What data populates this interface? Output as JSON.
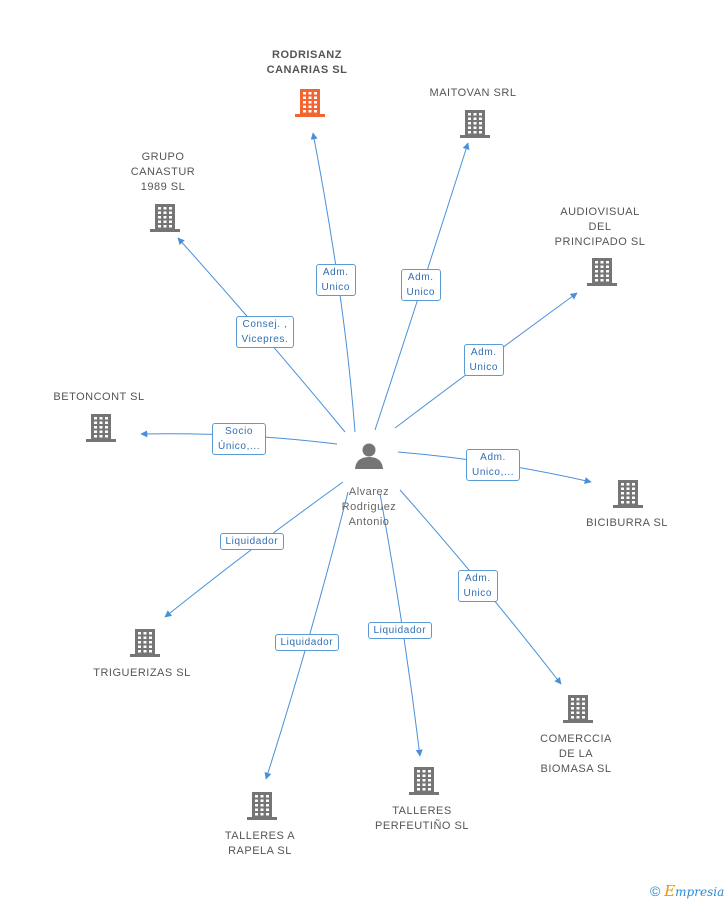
{
  "center": {
    "name": "Alvarez\nRodriguez\nAntonio"
  },
  "companies": [
    {
      "id": "rodrisanz",
      "name": "RODRISANZ\nCANARIAS  SL",
      "highlight": true,
      "color": "#f26430"
    },
    {
      "id": "maitovan",
      "name": "MAITOVAN SRL",
      "color": "#757575"
    },
    {
      "id": "grupo",
      "name": "GRUPO\nCANASTUR\n1989 SL",
      "color": "#757575"
    },
    {
      "id": "audiovisual",
      "name": "AUDIOVISUAL\nDEL\nPRINCIPADO SL",
      "color": "#757575"
    },
    {
      "id": "betoncont",
      "name": "BETONCONT SL",
      "color": "#757575"
    },
    {
      "id": "biciburra",
      "name": "BICIBURRA SL",
      "color": "#757575"
    },
    {
      "id": "triguerizas",
      "name": "TRIGUERIZAS SL",
      "color": "#757575"
    },
    {
      "id": "comerccia",
      "name": "COMERCCIA\nDE LA\nBIOMASA  SL",
      "color": "#757575"
    },
    {
      "id": "talleres_a",
      "name": "TALLERES A\nRAPELA SL",
      "color": "#757575"
    },
    {
      "id": "talleres_p",
      "name": "TALLERES\nPERFEUTIÑO SL",
      "color": "#757575"
    }
  ],
  "relations": [
    {
      "to": "rodrisanz",
      "label": "Adm.\nUnico"
    },
    {
      "to": "maitovan",
      "label": "Adm.\nUnico"
    },
    {
      "to": "grupo",
      "label": "Consej. ,\nVicepres."
    },
    {
      "to": "audiovisual",
      "label": "Adm.\nUnico"
    },
    {
      "to": "betoncont",
      "label": "Socio\nÚnico,..."
    },
    {
      "to": "biciburra",
      "label": "Adm.\nUnico,..."
    },
    {
      "to": "triguerizas",
      "label": "Liquidador"
    },
    {
      "to": "comerccia",
      "label": "Adm.\nUnico"
    },
    {
      "to": "talleres_a",
      "label": "Liquidador"
    },
    {
      "to": "talleres_p",
      "label": "Liquidador"
    }
  ],
  "colors": {
    "edge": "#4a90d9",
    "person": "#757575"
  },
  "footer": {
    "copyright": "©",
    "brand_initial": "E",
    "brand_rest": "mpresia"
  }
}
